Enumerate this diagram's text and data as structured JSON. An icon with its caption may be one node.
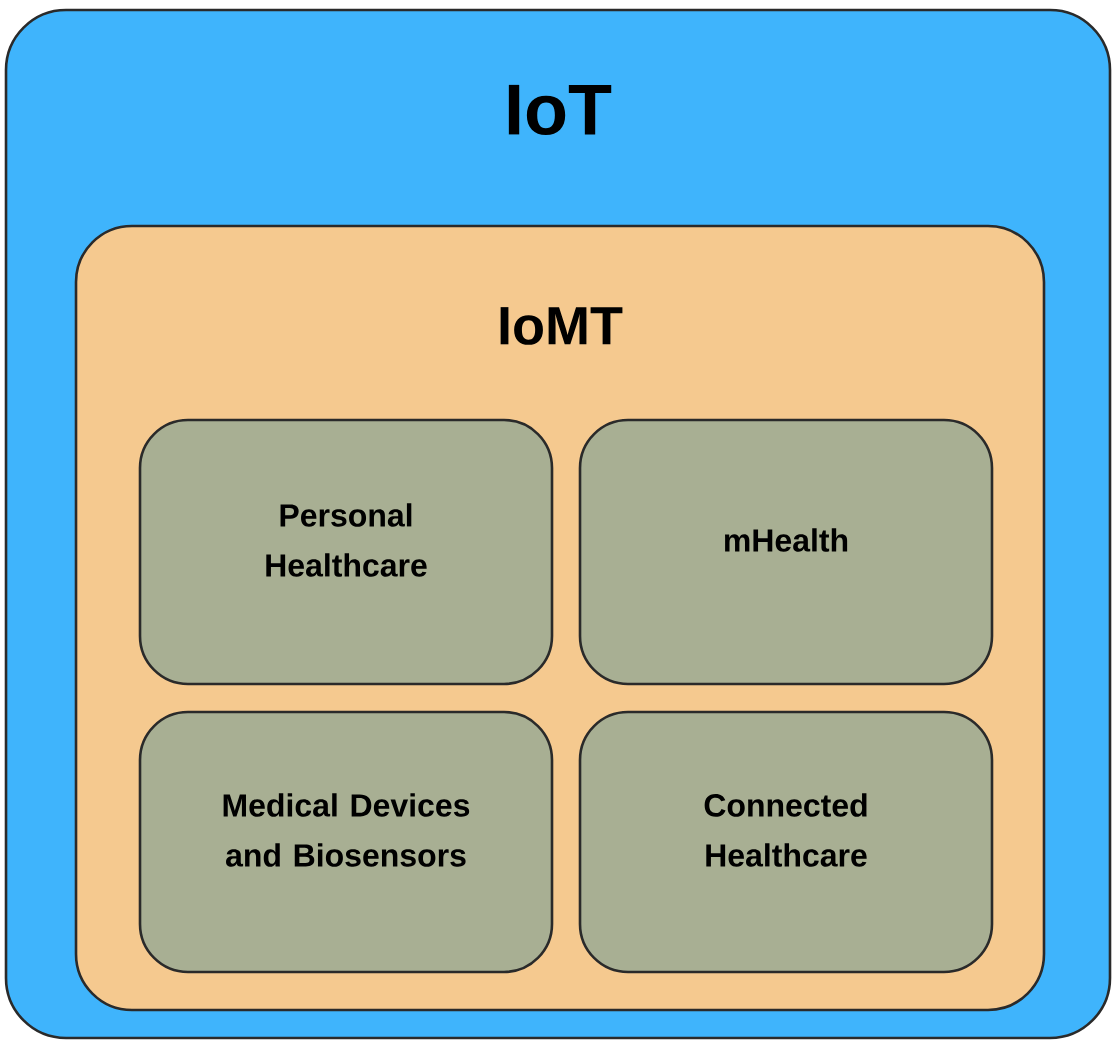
{
  "diagram": {
    "nodes": [
      {
        "text": [
          "IoT"
        ]
      },
      {
        "text": [
          "IoMT"
        ],
        "in": 0
      },
      {
        "text": [
          "Personal Healthcare"
        ],
        "in": 1
      },
      {
        "text": [
          "mHealth"
        ],
        "in": 1
      },
      {
        "text": [
          "Medical Devices and Biosensors"
        ],
        "in": 1
      },
      {
        "text": [
          "Connected Healthcare"
        ],
        "in": 1
      }
    ]
  }
}
